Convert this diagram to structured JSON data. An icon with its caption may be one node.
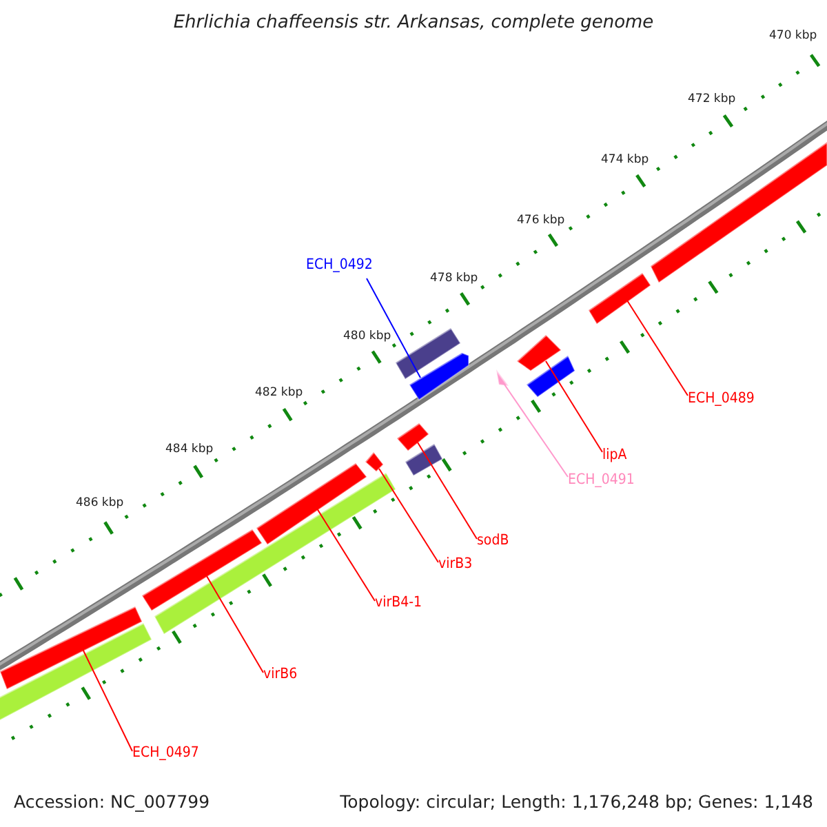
{
  "diagram": {
    "title": "Ehrlichia chaffeensis str. Arkansas, complete genome",
    "nodes": [
      {
        "text": [
          "ECH_0492"
        ]
      },
      {
        "text": [
          "ECH_0489"
        ]
      },
      {
        "text": [
          "lipA"
        ]
      },
      {
        "text": [
          "ECH_0491"
        ]
      },
      {
        "text": [
          "sodB"
        ]
      },
      {
        "text": [
          "virB3"
        ]
      },
      {
        "text": [
          "virB4-1"
        ]
      },
      {
        "text": [
          "virB6"
        ]
      },
      {
        "text": [
          "ECH_0497"
        ]
      },
      {
        "text": [],
        "shape": "bar"
      },
      {
        "text": [],
        "shape": "bar"
      },
      {
        "text": [],
        "shape": "bar"
      },
      {
        "text": [],
        "shape": "bar"
      },
      {
        "text": [],
        "shape": "bar"
      },
      {
        "text": [],
        "shape": "bar"
      },
      {
        "text": [],
        "shape": "triangle"
      },
      {
        "text": [],
        "shape": "bar"
      },
      {
        "text": [],
        "shape": "bar"
      }
    ],
    "edges": [
      {
        "from": 0,
        "to": 14,
        "arrow": "none",
        "color": "#0000ff"
      },
      {
        "from": 1,
        "to": 17,
        "arrow": "none"
      },
      {
        "from": 2,
        "to": 16,
        "arrow": "none"
      },
      {
        "from": 3,
        "to": 15,
        "arrow": "none",
        "color": "#ff99cc"
      },
      {
        "from": 4,
        "to": 13,
        "arrow": "none"
      },
      {
        "from": 5,
        "to": 12,
        "arrow": "none"
      },
      {
        "from": 6,
        "to": 11,
        "arrow": "none"
      },
      {
        "from": 7,
        "to": 10,
        "arrow": "none"
      },
      {
        "from": 8,
        "to": 9,
        "arrow": "none"
      }
    ],
    "labels": [
      "470 kbp",
      "472 kbp",
      "474 kbp",
      "476 kbp",
      "478 kbp",
      "480 kbp",
      "482 kbp",
      "484 kbp",
      "486 kbp",
      "Accession: NC_007799",
      "Topology: circular; Length: 1,176,248 bp; Genes: 1,148"
    ]
  }
}
